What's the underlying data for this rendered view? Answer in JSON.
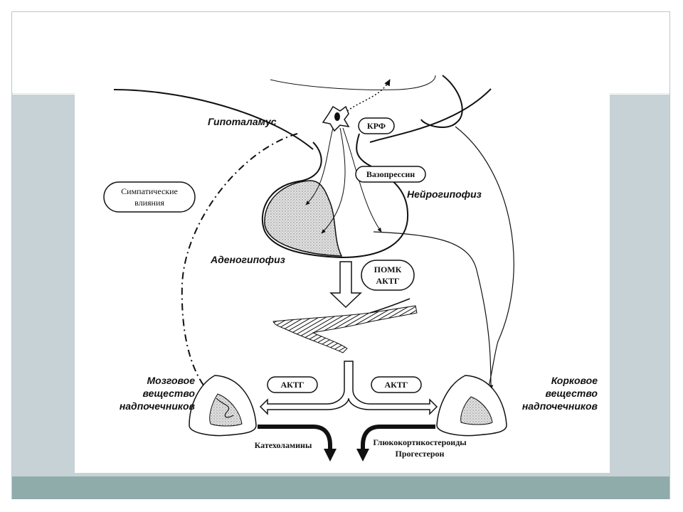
{
  "labels": {
    "hypothalamus": "Гипоталамус",
    "neurohypophysis": "Нейрогипофиз",
    "adenohypophysis": "Аденогипофиз",
    "medulla": [
      "Мозговое",
      "вещество",
      "надпочечников"
    ],
    "cortex": [
      "Корковое",
      "вещество",
      "надпочечников"
    ]
  },
  "boxes": {
    "crf": "КРФ",
    "vasopressin": "Вазопрессин",
    "sympathetic": [
      "Симпатические",
      "влияния"
    ],
    "pomc": [
      "ПОМК",
      "АКТГ"
    ],
    "actg_left": "АКТГ",
    "actg_right": "АКТГ"
  },
  "outputs": {
    "catecholamines": "Катехоламины",
    "glucocorticoids": [
      "Глюкокортикостероиды",
      "Прогестерон"
    ]
  },
  "colors": {
    "stroke": "#111111",
    "grey_band": "#c7d2d6",
    "teal_band": "#8facab",
    "stipple": "#bdbdbd"
  }
}
